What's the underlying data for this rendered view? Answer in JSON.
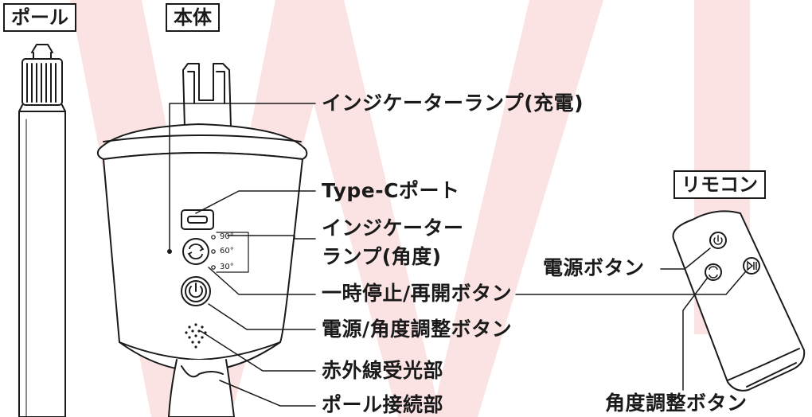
{
  "colors": {
    "watermark": "#fbe3e3",
    "line": "#1a1a1a",
    "background": "#ffffff"
  },
  "section_labels": {
    "pole": "ポール",
    "body": "本体",
    "remote": "リモコン"
  },
  "callouts": {
    "indicator_charge": "インジケーターランプ(充電)",
    "type_c_port": "Type-Cポート",
    "indicator_angle_line1": "インジケーター",
    "indicator_angle_line2": "ランプ(角度)",
    "pause_resume": "一時停止/再開ボタン",
    "power_angle": "電源/角度調整ボタン",
    "ir_receiver": "赤外線受光部",
    "pole_connector": "ポール接続部",
    "remote_power": "電源ボタン",
    "remote_angle": "角度調整ボタン"
  },
  "angles": [
    "90°",
    "60°",
    "30°"
  ],
  "icons": {
    "power": "power-icon",
    "rotate": "rotate-icon",
    "play_pause": "play-pause-icon",
    "speaker_grille": "speaker-grille-icon"
  }
}
